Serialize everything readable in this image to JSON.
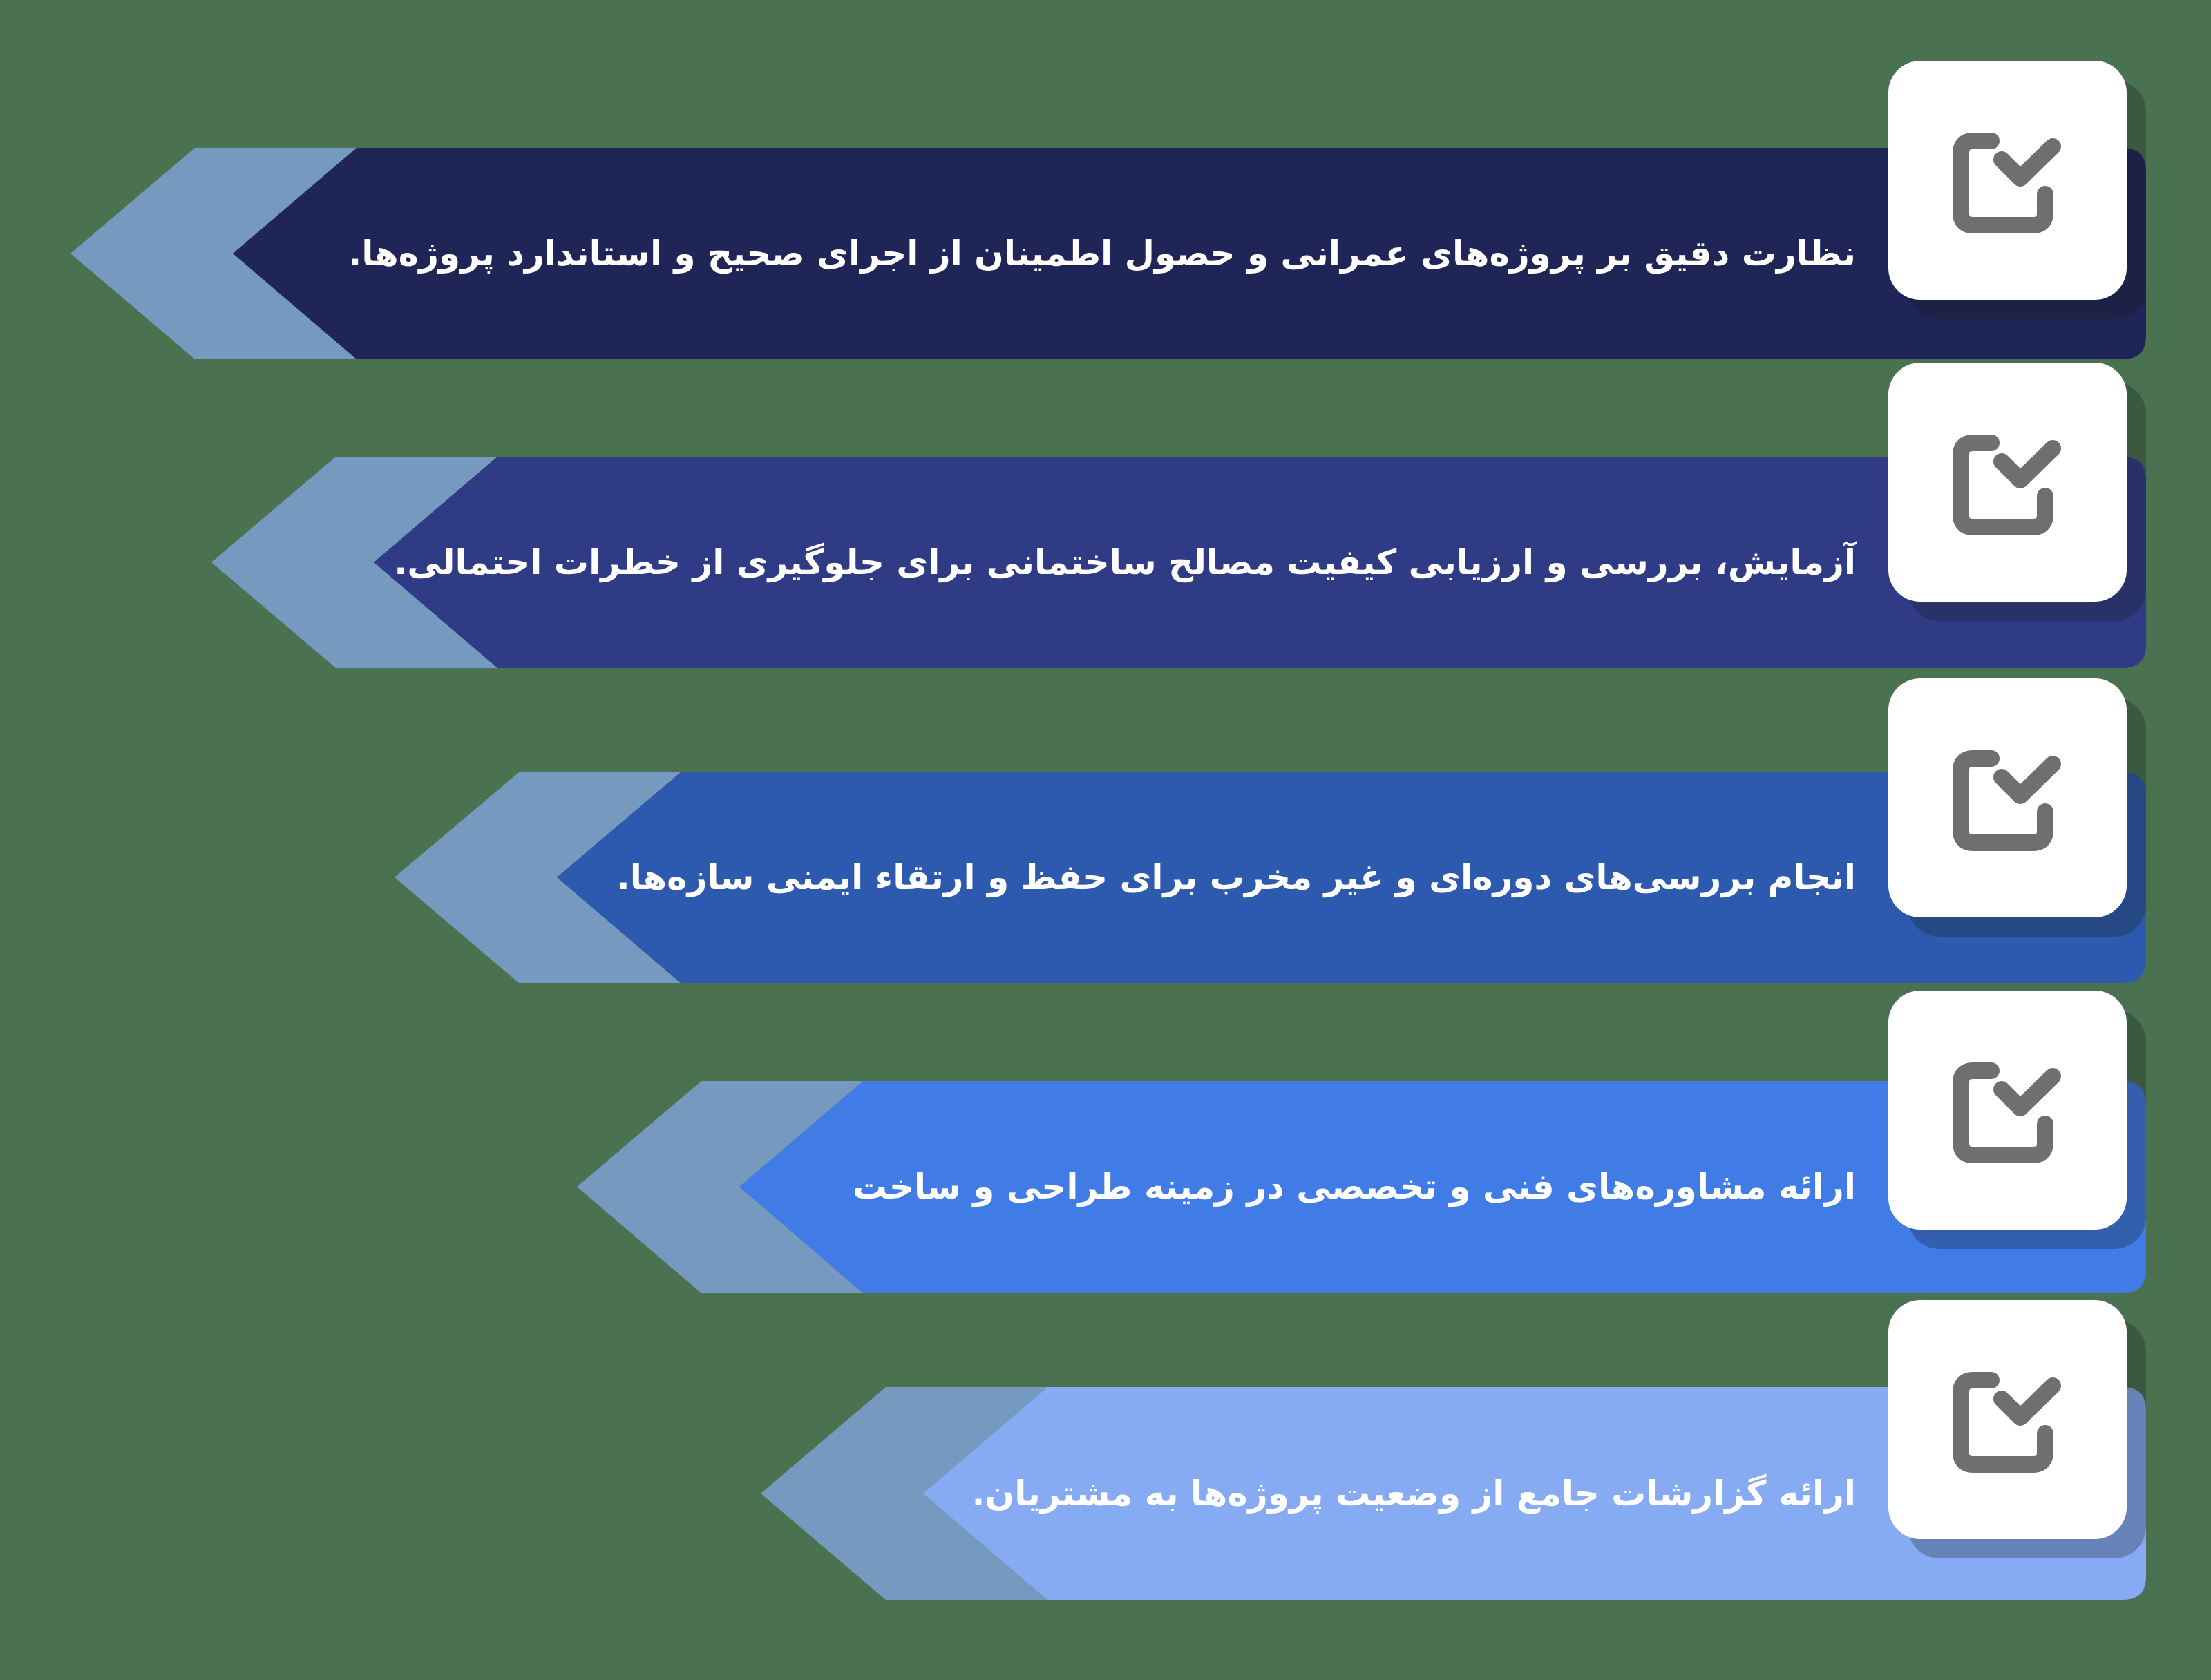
{
  "colors": {
    "background": "#4A7250",
    "chevron_tail": "#7699C0",
    "text": "#FFFFFF",
    "card": "#FFFFFF",
    "icon": "#6F6F6F"
  },
  "items": [
    {
      "text": "نظارت دقیق بر پروژه‌های عمرانی و حصول اطمینان از اجرای صحیح و استاندارد پروژه‌ها.",
      "band_color": "#1F2556",
      "icon": "check-square-icon"
    },
    {
      "text": "آزمایش،  بررسی و ارزیابی کیفیت مصالح ساختمانی برای جلوگیری از خطرات احتمالی.",
      "band_color": "#303B86",
      "icon": "check-square-icon"
    },
    {
      "text": "انجام بررسی‌های دوره‌ای و غیر مخرب برای حفظ و ارتقاء ایمنی سازه‌ها.",
      "band_color": "#2D5AAE",
      "icon": "check-square-icon"
    },
    {
      "text": "ارائه مشاوره‌های فنی و تخصصی در زمینه طراحی و ساخت",
      "band_color": "#417BE6",
      "icon": "check-square-icon"
    },
    {
      "text": "ارائه گزارشات جامع از وضعیت پروژه‌ها به مشتریان.",
      "band_color": "#87ABF2",
      "icon": "check-square-icon"
    }
  ]
}
